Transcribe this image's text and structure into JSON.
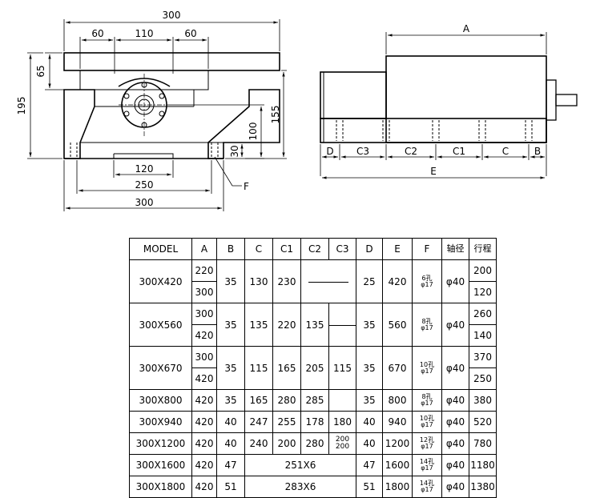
{
  "front_view": {
    "dim_top_width": "300",
    "dim_left_gap": "60",
    "dim_center_gap": "110",
    "dim_right_gap": "60",
    "dim_flange_height": "65",
    "dim_total_height": "195",
    "dim_slot_width": "120",
    "dim_base_inner": "250",
    "dim_base_width": "300",
    "dim_step_height": "30",
    "dim_center_height": "100",
    "dim_mid_height": "155",
    "label_f": "F"
  },
  "side_view": {
    "dim_a": "A",
    "dim_d": "D",
    "dim_c3": "C3",
    "dim_c2": "C2",
    "dim_c1": "C1",
    "dim_c": "C",
    "dim_b": "B",
    "dim_e": "E"
  },
  "table": {
    "headers": [
      "MODEL",
      "A",
      "B",
      "C",
      "C1",
      "C2",
      "C3",
      "D",
      "E",
      "F",
      "轴径",
      "行程"
    ],
    "rows": [
      {
        "model": "300X420",
        "a": [
          "220",
          "300"
        ],
        "b": "35",
        "c": "130",
        "c1": "230",
        "c2": "",
        "c3": "",
        "d": "25",
        "e": "420",
        "f_holes": "6孔",
        "f_dia": "φ17",
        "shaft": "φ40",
        "stroke": [
          "200",
          "120"
        ]
      },
      {
        "model": "300X560",
        "a": [
          "300",
          "420"
        ],
        "b": "35",
        "c": "135",
        "c1": "220",
        "c2": "135",
        "c3": "",
        "d": "35",
        "e": "560",
        "f_holes": "8孔",
        "f_dia": "φ17",
        "shaft": "φ40",
        "stroke": [
          "260",
          "140"
        ]
      },
      {
        "model": "300X670",
        "a": [
          "300",
          "420"
        ],
        "b": "35",
        "c": "115",
        "c1": "165",
        "c2": "205",
        "c3": "115",
        "d": "35",
        "e": "670",
        "f_holes": "10孔",
        "f_dia": "φ17",
        "shaft": "φ40",
        "stroke": [
          "370",
          "250"
        ]
      },
      {
        "model": "300X800",
        "a": "420",
        "b": "35",
        "c": "165",
        "c1": "280",
        "c2": "285",
        "c3": "",
        "d": "35",
        "e": "800",
        "f_holes": "8孔",
        "f_dia": "φ17",
        "shaft": "φ40",
        "stroke": "380"
      },
      {
        "model": "300X940",
        "a": "420",
        "b": "40",
        "c": "247",
        "c1": "255",
        "c2": "178",
        "c3": "180",
        "d": "40",
        "e": "940",
        "f_holes": "10孔",
        "f_dia": "φ17",
        "shaft": "φ40",
        "stroke": "520"
      },
      {
        "model": "300X1200",
        "a": "420",
        "b": "40",
        "c": "240",
        "c1": "200",
        "c2": "280",
        "c3_top": "200",
        "c3_bottom": "200",
        "d": "40",
        "e": "1200",
        "f_holes": "12孔",
        "f_dia": "φ17",
        "shaft": "φ40",
        "stroke": "780"
      },
      {
        "model": "300X1600",
        "a": "420",
        "b": "47",
        "c_merged": "251X6",
        "d": "47",
        "e": "1600",
        "f_holes": "14孔",
        "f_dia": "φ17",
        "shaft": "φ40",
        "stroke": "1180"
      },
      {
        "model": "300X1800",
        "a": "420",
        "b": "51",
        "c_merged": "283X6",
        "d": "51",
        "e": "1800",
        "f_holes": "14孔",
        "f_dia": "φ17",
        "shaft": "φ40",
        "stroke": "1380"
      }
    ]
  }
}
